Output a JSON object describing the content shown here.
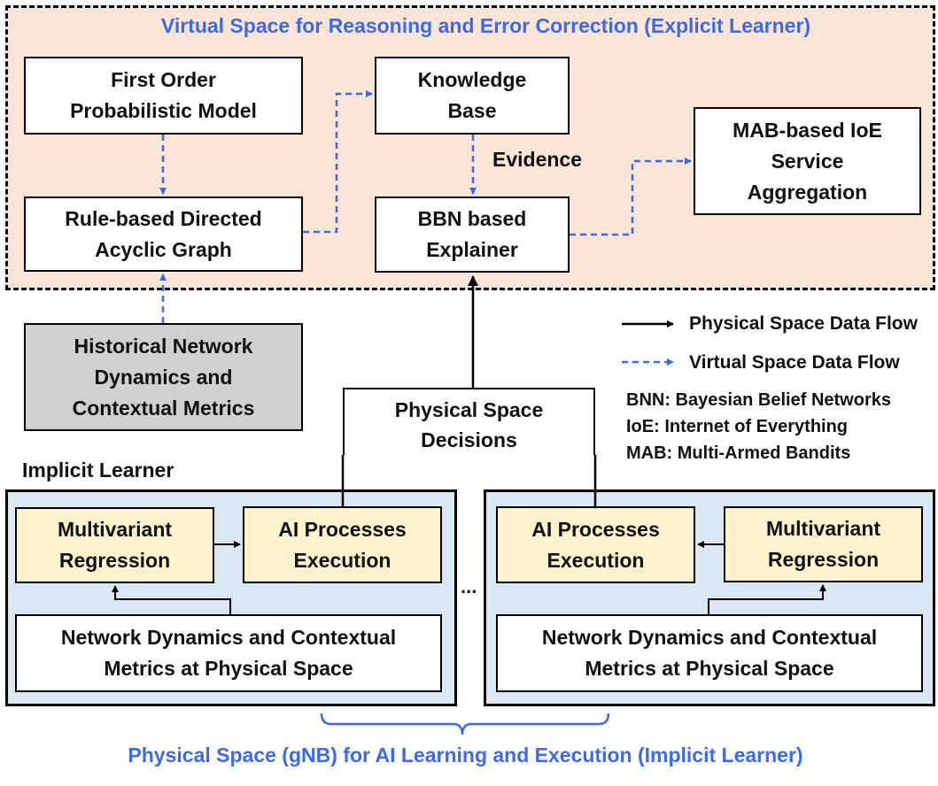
{
  "colors": {
    "virtual_bg": "#fbe5d6",
    "physical_bg": "#dae8f5",
    "yellow_box": "#fff2cc",
    "gray_box": "#d0d0d0",
    "blue_label": "#3b6bea",
    "dashed_arrow": "#3b6bea"
  },
  "virtual_space": {
    "title": "Virtual Space for Reasoning and Error Correction (Explicit Learner)",
    "fol_model": "First Order\nProbabilistic Model",
    "knowledge_base": "Knowledge\nBase",
    "evidence": "Evidence",
    "mab_aggregation": "MAB-based IoE\nService\nAggregation",
    "dag": "Rule-based Directed\nAcyclic Graph",
    "bbn_explainer": "BBN based\nExplainer"
  },
  "historical": "Historical Network\nDynamics and\nContextual Metrics",
  "decisions": "Physical Space\nDecisions",
  "legend": {
    "physical_flow": "Physical Space Data Flow",
    "virtual_flow": "Virtual Space Data Flow",
    "abbrev": [
      "BNN: Bayesian Belief Networks",
      "IoE: Internet of Everything",
      "MAB: Multi-Armed Bandits"
    ]
  },
  "implicit_label": "Implicit Learner",
  "left_gnb": {
    "regression": "Multivariant\nRegression",
    "ai_exec": "AI Processes\nExecution",
    "metrics": "Network Dynamics and Contextual\nMetrics at Physical Space"
  },
  "ellipsis": "...",
  "right_gnb": {
    "ai_exec": "AI Processes\nExecution",
    "regression": "Multivariant\nRegression",
    "metrics": "Network Dynamics and Contextual\nMetrics at Physical Space"
  },
  "bottom_title": "Physical Space (gNB) for AI Learning and  Execution (Implicit Learner)"
}
